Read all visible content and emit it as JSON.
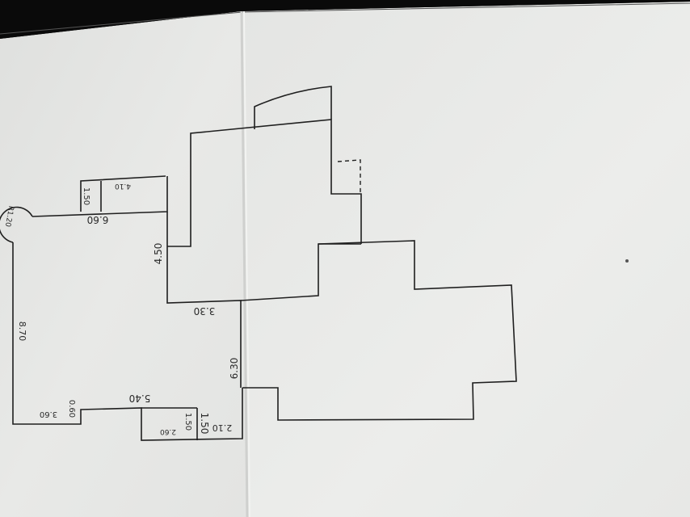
{
  "plan": {
    "dimensions": {
      "d_6_60": "6.60",
      "d_4_10": "4.10",
      "d_1_50_top": "1.50",
      "d_4_50": "4.50",
      "d_3_30": "3.30",
      "d_8_70": "8.70",
      "d_6_30": "6.30",
      "d_5_40": "5.40",
      "d_0_60": "0.60",
      "d_3_60": "3.60",
      "d_2_60": "2.60",
      "d_1_50_bottom": "1.50",
      "d_2_10": "2.10"
    },
    "radius_label": "R1.20",
    "colors": {
      "paper_left": "#e6e7e5",
      "paper_right": "#e9eae8",
      "line": "#1f1f1f",
      "text": "#2a2a2a"
    }
  }
}
